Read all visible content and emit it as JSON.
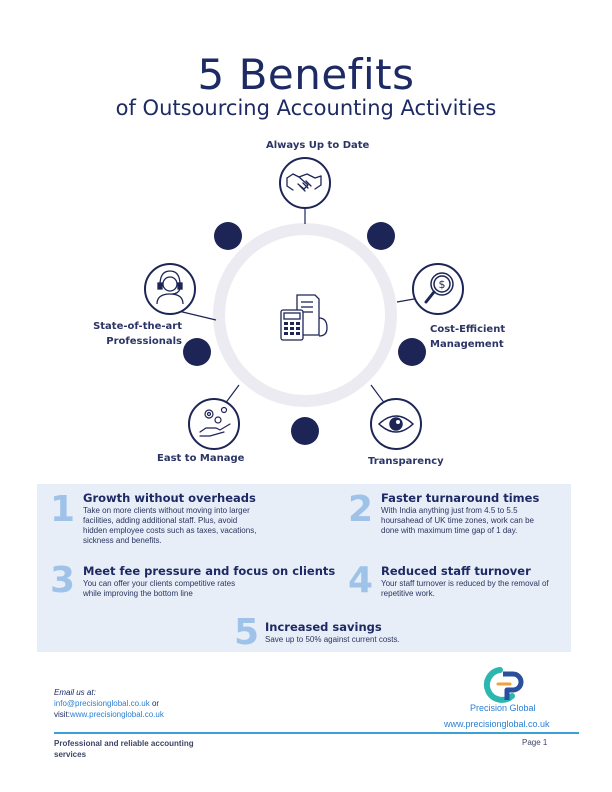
{
  "header": {
    "title": "5 Benefits",
    "subtitle": "of Outsourcing Accounting Activities"
  },
  "diagram": {
    "nodes": [
      {
        "label": "Always Up to Date",
        "icon": "handshake-icon"
      },
      {
        "label": "Cost-Efficient Management",
        "icon": "dollar-magnifier-icon"
      },
      {
        "label": "Transparency",
        "icon": "eye-icon"
      },
      {
        "label": "East to Manage",
        "icon": "hand-gears-icon"
      },
      {
        "label": "State-of-the-art Professionals",
        "icon": "headset-professional-icon"
      }
    ],
    "center_icon": "accounting-calculator-icon",
    "colors": {
      "navy": "#1d2556",
      "ring": "#ecebf1",
      "circle": "#ffffff"
    }
  },
  "benefits": [
    {
      "number": "1",
      "heading": "Growth without overheads",
      "lines": [
        "Take on more clients without moving into larger",
        "facilities, adding additional staff. Plus, avoid",
        "hidden employee costs such as taxes, vacations,",
        "sickness and benefits."
      ]
    },
    {
      "number": "2",
      "heading": "Faster turnaround  times",
      "lines": [
        "With India anything just  from 4.5 to 5.5",
        "hoursahead of UK time zones, work can be",
        "done with maximum time gap of 1 day."
      ]
    },
    {
      "number": "3",
      "heading": "Meet fee pressure and focus on  clients",
      "lines": [
        "You can offer your clients competitive rates",
        "while improving the bottom line"
      ]
    },
    {
      "number": "4",
      "heading": "Reduced staff turnover",
      "lines": [
        "Your staff turnover is reduced by the removal of",
        "repetitive work."
      ]
    },
    {
      "number": "5",
      "heading": "Increased savings",
      "lines": [
        "Save up to 50% against current costs."
      ]
    }
  ],
  "contact": {
    "email_label": "Email us at:",
    "email": "info@precisionglobal.co.uk",
    "email_suffix": " or",
    "visit_label": "visit:",
    "visit_url": "www.precisionglobal.co.uk"
  },
  "brand": {
    "name": "Precision Global",
    "website": "www.precisionglobal.co.uk"
  },
  "footer": {
    "tagline": "Professional and reliable accounting services",
    "page": "Page 1"
  },
  "colors": {
    "accent": "#2a7fd4",
    "number": "#9fc3e8",
    "panel": "#e8eef8",
    "rule": "#3aa0d8"
  }
}
